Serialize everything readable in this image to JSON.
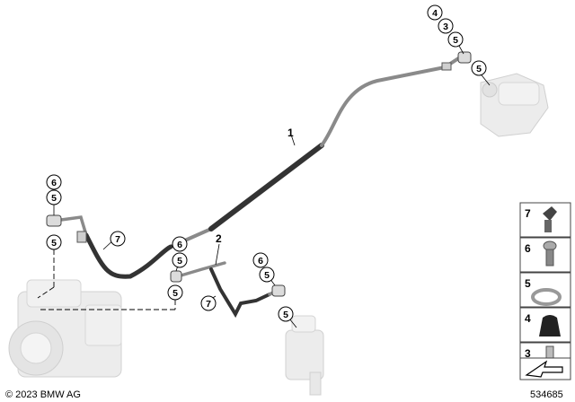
{
  "copyright": "© 2023 BMW AG",
  "diagram_number": "534685",
  "part_labels": {
    "line_1": "1",
    "line_2": "2"
  },
  "callouts": {
    "caliper_4": "4",
    "caliper_3": "3",
    "caliper_5a": "5",
    "caliper_5b": "5",
    "abs_left_6": "6",
    "abs_left_5a": "5",
    "abs_left_5b": "5",
    "hose_left_7": "7",
    "mid_6": "6",
    "mid_5a": "5",
    "mid_5b": "5",
    "mid_7": "7",
    "master_6": "6",
    "master_5a": "5",
    "master_5b": "5"
  },
  "legend": [
    {
      "number": "7",
      "icon": "bleed-valve-cap-icon"
    },
    {
      "number": "6",
      "icon": "bleed-screw-icon"
    },
    {
      "number": "5",
      "icon": "sealing-ring-icon"
    },
    {
      "number": "4",
      "icon": "protective-cap-icon"
    },
    {
      "number": "3",
      "icon": "hollow-bolt-icon"
    },
    {
      "number": "",
      "icon": "arrow-icon"
    }
  ],
  "colors": {
    "pipe": "#8a8a8a",
    "hose": "#333333",
    "component": "#e6e6e6",
    "callout_stroke": "#000000"
  }
}
